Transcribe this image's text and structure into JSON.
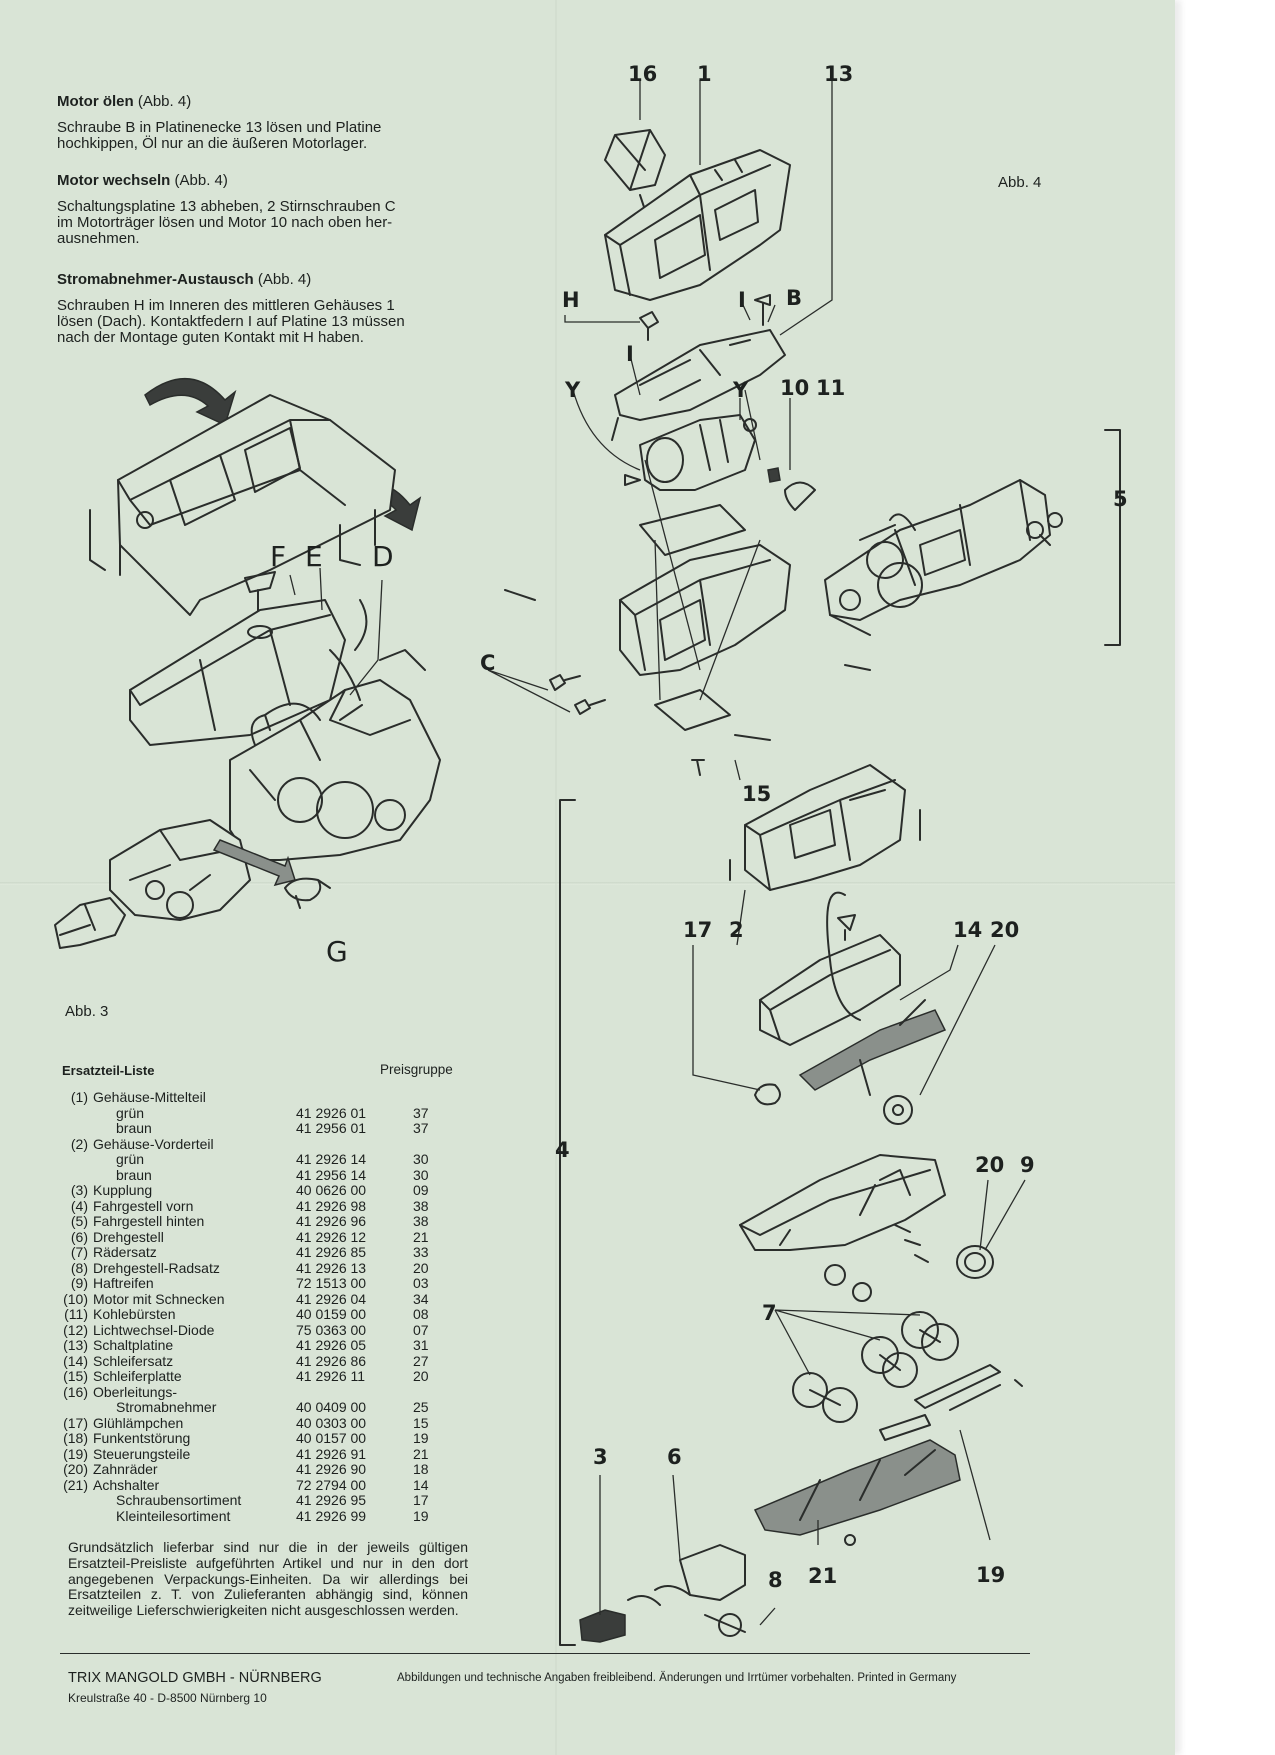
{
  "instructions": [
    {
      "title": "Motor ölen",
      "ref": "(Abb. 4)",
      "lines": [
        "Schraube B in Platinenecke 13 lösen und Platine",
        "hochkippen, Öl nur an die äußeren Motorlager."
      ]
    },
    {
      "title": "Motor wechseln",
      "ref": "(Abb. 4)",
      "lines": [
        "Schaltungsplatine 13 abheben, 2 Stirnschrauben C",
        "im Motorträger lösen und Motor 10 nach oben her-",
        "ausnehmen."
      ]
    },
    {
      "title": "Stromabnehmer-Austausch",
      "ref": "(Abb. 4)",
      "lines": [
        "Schrauben H im Inneren des mittleren Gehäuses 1",
        "lösen (Dach). Kontaktfedern I auf Platine 13 müssen",
        "nach der Montage guten Kontakt mit H haben."
      ]
    }
  ],
  "figure_labels": {
    "abb3": "Abb. 3",
    "abb4": "Abb. 4",
    "abb3_letters": [
      "F",
      "E",
      "D",
      "G"
    ],
    "abb4_letters": [
      "H",
      "I",
      "B",
      "I",
      "Y",
      "Y",
      "C"
    ],
    "abb4_numbers": [
      "16",
      "1",
      "13",
      "10",
      "11",
      "5",
      "15",
      "4",
      "17",
      "2",
      "14",
      "20",
      "20",
      "9",
      "7",
      "3",
      "6",
      "8",
      "21",
      "19"
    ]
  },
  "parts_list": {
    "title": "Ersatzteil-Liste",
    "price_group_header": "Preisgruppe",
    "rows": [
      {
        "num": "(1)",
        "name": "Gehäuse-Mittelteil",
        "art": "",
        "pg": ""
      },
      {
        "num": "",
        "name": "grün",
        "art": "41 2926 01",
        "pg": "37"
      },
      {
        "num": "",
        "name": "braun",
        "art": "41 2956 01",
        "pg": "37"
      },
      {
        "num": "(2)",
        "name": "Gehäuse-Vorderteil",
        "art": "",
        "pg": ""
      },
      {
        "num": "",
        "name": "grün",
        "art": "41 2926 14",
        "pg": "30"
      },
      {
        "num": "",
        "name": "braun",
        "art": "41 2956 14",
        "pg": "30"
      },
      {
        "num": "(3)",
        "name": "Kupplung",
        "art": "40 0626 00",
        "pg": "09"
      },
      {
        "num": "(4)",
        "name": "Fahrgestell vorn",
        "art": "41 2926 98",
        "pg": "38"
      },
      {
        "num": "(5)",
        "name": "Fahrgestell hinten",
        "art": "41 2926 96",
        "pg": "38"
      },
      {
        "num": "(6)",
        "name": "Drehgestell",
        "art": "41 2926 12",
        "pg": "21"
      },
      {
        "num": "(7)",
        "name": "Rädersatz",
        "art": "41 2926 85",
        "pg": "33"
      },
      {
        "num": "(8)",
        "name": "Drehgestell-Radsatz",
        "art": "41 2926 13",
        "pg": "20"
      },
      {
        "num": "(9)",
        "name": "Haftreifen",
        "art": "72 1513 00",
        "pg": "03"
      },
      {
        "num": "(10)",
        "name": "Motor mit Schnecken",
        "art": "41 2926 04",
        "pg": "34"
      },
      {
        "num": "(11)",
        "name": "Kohlebürsten",
        "art": "40 0159 00",
        "pg": "08"
      },
      {
        "num": "(12)",
        "name": "Lichtwechsel-Diode",
        "art": "75 0363 00",
        "pg": "07"
      },
      {
        "num": "(13)",
        "name": "Schaltplatine",
        "art": "41 2926 05",
        "pg": "31"
      },
      {
        "num": "(14)",
        "name": "Schleifersatz",
        "art": "41 2926 86",
        "pg": "27"
      },
      {
        "num": "(15)",
        "name": "Schleiferplatte",
        "art": "41 2926 11",
        "pg": "20"
      },
      {
        "num": "(16)",
        "name": "Oberleitungs-",
        "art": "",
        "pg": ""
      },
      {
        "num": "",
        "name": "Stromabnehmer",
        "art": "40 0409 00",
        "pg": "25"
      },
      {
        "num": "(17)",
        "name": "Glühlämpchen",
        "art": "40 0303 00",
        "pg": "15"
      },
      {
        "num": "(18)",
        "name": "Funkentstörung",
        "art": "40 0157 00",
        "pg": "19"
      },
      {
        "num": "(19)",
        "name": "Steuerungsteile",
        "art": "41 2926 91",
        "pg": "21"
      },
      {
        "num": "(20)",
        "name": "Zahnräder",
        "art": "41 2926 90",
        "pg": "18"
      },
      {
        "num": "(21)",
        "name": "Achshalter",
        "art": "72 2794 00",
        "pg": "14"
      },
      {
        "num": "",
        "name": "Schraubensortiment",
        "art": "41 2926 95",
        "pg": "17"
      },
      {
        "num": "",
        "name": "Kleinteilesortiment",
        "art": "41 2926 99",
        "pg": "19"
      }
    ]
  },
  "note_text": "Grundsätzlich lieferbar sind nur die in der jeweils gültigen Ersatzteil-Preisliste aufgeführten Artikel und nur in den dort angegebenen Verpackungs-Einheiten. Da wir allerdings bei Ersatzteilen z. T. von Zulieferanten abhängig sind, können zeitweilige Lieferschwierigkeiten nicht ausgeschlossen werden.",
  "footer": {
    "company": "TRIX MANGOLD GMBH - NÜRNBERG",
    "address": "Kreulstraße 40 - D-8500 Nürnberg 10",
    "disclaimer": "Abbildungen und technische Angaben freibleibend. Änderungen und Irrtümer vorbehalten. Printed in Germany"
  }
}
